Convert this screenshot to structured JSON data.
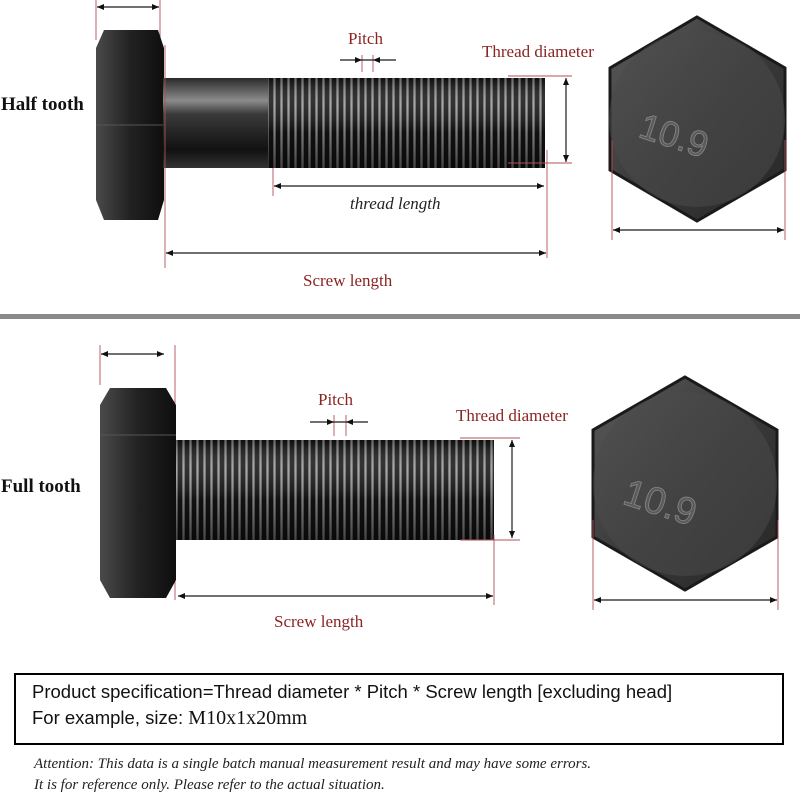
{
  "half": {
    "side_label": "Half tooth",
    "pitch_label": "Pitch",
    "thread_diameter_label": "Thread diameter",
    "thread_length_label": "thread length",
    "screw_length_label": "Screw length",
    "grade_mark": "10.9"
  },
  "full": {
    "side_label": "Full tooth",
    "pitch_label": "Pitch",
    "thread_diameter_label": "Thread diameter",
    "screw_length_label": "Screw length",
    "grade_mark": "10.9"
  },
  "spec": {
    "line1": "Product specification=Thread diameter * Pitch * Screw length [excluding head]",
    "line2_prefix": "For example, size: ",
    "example": "M10x1x20mm"
  },
  "attention": {
    "line1": "Attention: This data is a single batch manual measurement result and may have some errors.",
    "line2": "It is for reference only. Please refer to the actual situation."
  },
  "colors": {
    "label_red": "#8b2323",
    "separator": "#8a8a8a",
    "bolt_black": "#1c1c1c"
  }
}
